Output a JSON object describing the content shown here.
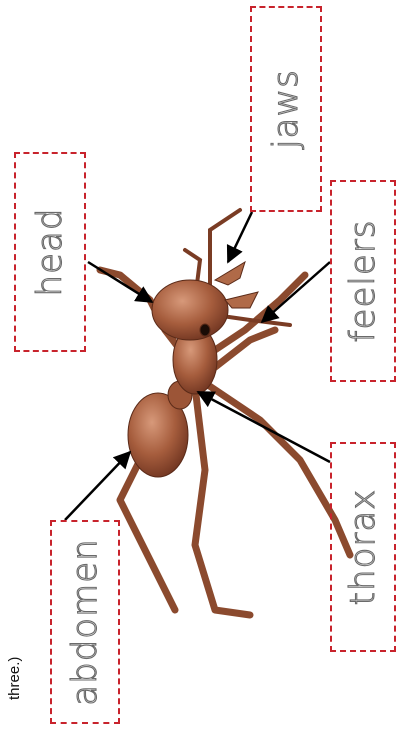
{
  "labels": {
    "head": "head",
    "jaws": "jaws",
    "feelers": "feelers",
    "thorax": "thorax",
    "abdomen": "abdomen"
  },
  "cut_text": "three.)",
  "colors": {
    "box_border": "#c8232c",
    "ant_body": "#a25a3c",
    "ant_shade": "#7a3c24",
    "arrow": "#000000"
  }
}
